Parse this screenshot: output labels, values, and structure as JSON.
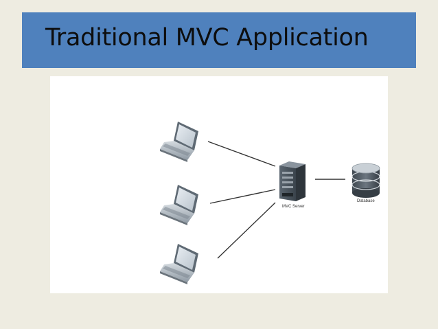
{
  "slide": {
    "title": "Traditional MVC Application"
  },
  "diagram": {
    "server_label": "MVC Server",
    "database_label": "Database"
  },
  "colors": {
    "background": "#eeece1",
    "title_bar": "#4f81bd",
    "title_text": "#0d0d0d",
    "panel": "#ffffff",
    "connector": "#333333"
  }
}
